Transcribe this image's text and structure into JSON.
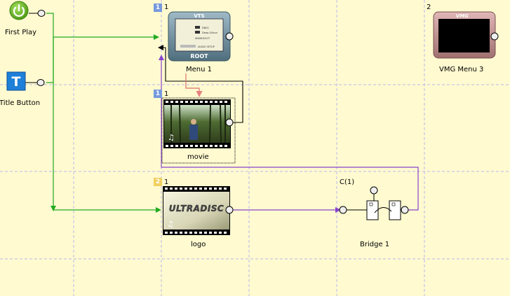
{
  "nodes": {
    "first_play": {
      "label": "First Play"
    },
    "title_button": {
      "label": "Title Button",
      "icon_letter": "T"
    },
    "menu1": {
      "label": "Menu 1",
      "num": "1",
      "badge": "1",
      "frame_title": "VTS",
      "frame_footer": "ROOT",
      "screen_lines": [
        "DBG1",
        "Deep-Silicon",
        "WWW.ROOT",
        "AUDIO SETUP"
      ]
    },
    "vmg_menu3": {
      "label": "VMG Menu 3",
      "num": "2",
      "frame_title": "VMG"
    },
    "movie": {
      "label": "movie",
      "num": "1",
      "badge": "1"
    },
    "logo": {
      "label": "logo",
      "num": "1",
      "badge": "2",
      "image_text": "ULTRADISC"
    },
    "bridge1": {
      "label": "Bridge 1",
      "top_text": "C(1)"
    }
  },
  "colors": {
    "background": "#fffad0",
    "grid": "#b8b8ee",
    "link_green": "#22aa22",
    "link_purple": "#8844cc",
    "link_black": "#000000",
    "link_red": "#e06060",
    "badge_blue": "#7799dd",
    "badge_yellow": "#f0d060",
    "power_green": "#66bb22",
    "title_blue": "#1e7fd8"
  }
}
